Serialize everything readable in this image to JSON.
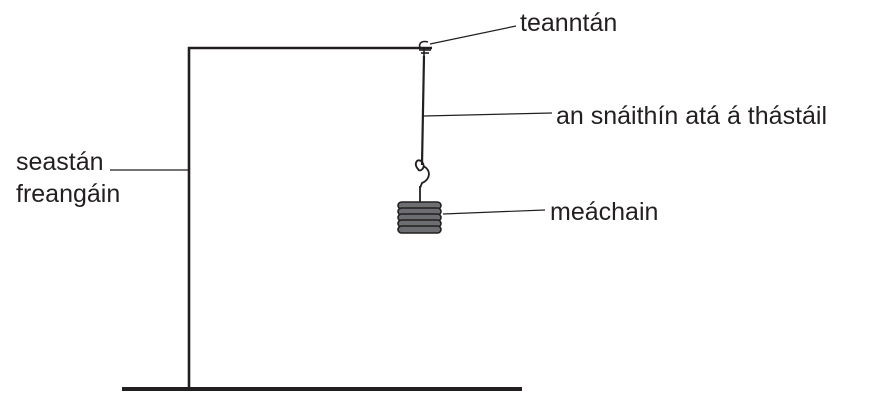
{
  "diagram": {
    "labels": {
      "clamp": "teanntán",
      "wire": "an snáithín atá á thástáil",
      "weights": "meáchain",
      "stand_line1": "seastán",
      "stand_line2": "freangáin"
    },
    "colors": {
      "ink": "#231f20",
      "weight_fill": "#6d6e71"
    }
  }
}
